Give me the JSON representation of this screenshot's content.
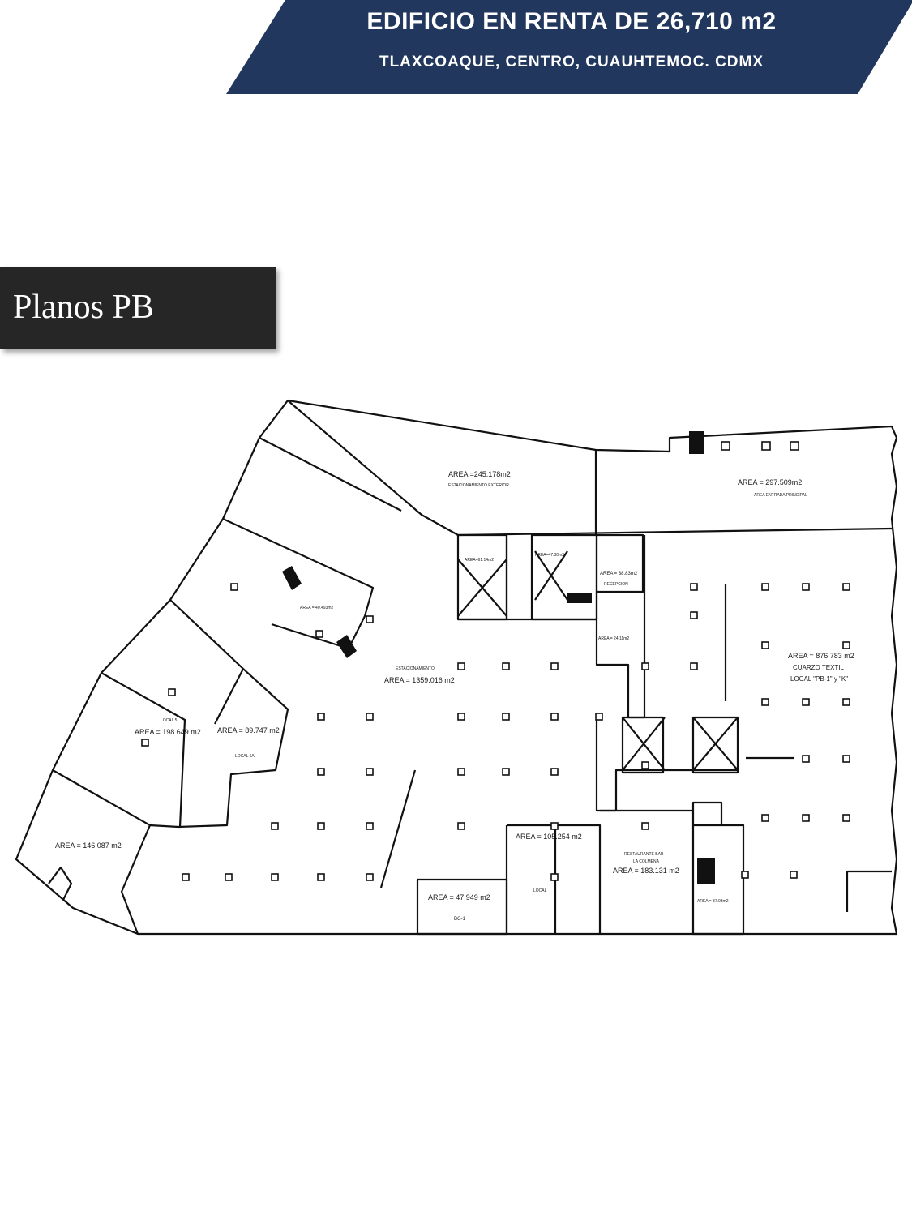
{
  "header": {
    "title": "EDIFICIO EN RENTA DE 26,710 m2",
    "subtitle": "TLAXCOAQUE, CENTRO, CUAUHTEMOC. CDMX",
    "color": "#22375e"
  },
  "section": {
    "label": "Planos PB"
  },
  "plan": {
    "areas": {
      "exterior": "AREA =245.178m2",
      "exterior_name": "ESTACIONAMIENTO EXTERIOR",
      "entrada": "AREA = 297.509m2",
      "entrada_name": "AREA ENTRADA PRINCIPAL",
      "upper_small": "AREA=61.14m2",
      "upper_small2": "AREA=47.30m2",
      "recepcion": "AREA = 38.83m2",
      "recepcion_name": "RECEPCION",
      "corridor": "AREA = 24.11m2",
      "core": "AREA = 40.493m2",
      "parking_name": "ESTACIONAMIENTO",
      "parking": "AREA = 1359.016 m2",
      "cuarzo": "AREA = 876.783 m2",
      "cuarzo_name": "CUARZO TEXTIL",
      "cuarzo_local": "LOCAL \"PB-1\" y \"K\"",
      "local5_name": "LOCAL 5",
      "local5": "AREA = 198.649 m2",
      "local6": "AREA = 89.747 m2",
      "local6_name": "LOCAL 6A",
      "local_sw": "AREA = 146.087 m2",
      "local_105": "AREA = 105.254 m2",
      "local_105_name": "LOCAL",
      "restaurant_name": "RESTAURANTE BAR",
      "restaurant_sub": "LA COLMENA",
      "restaurant": "AREA = 183.131 m2",
      "bg": "AREA = 47.949 m2",
      "bg_name": "BG-1",
      "small_right": "AREA = 37.03m2"
    }
  }
}
